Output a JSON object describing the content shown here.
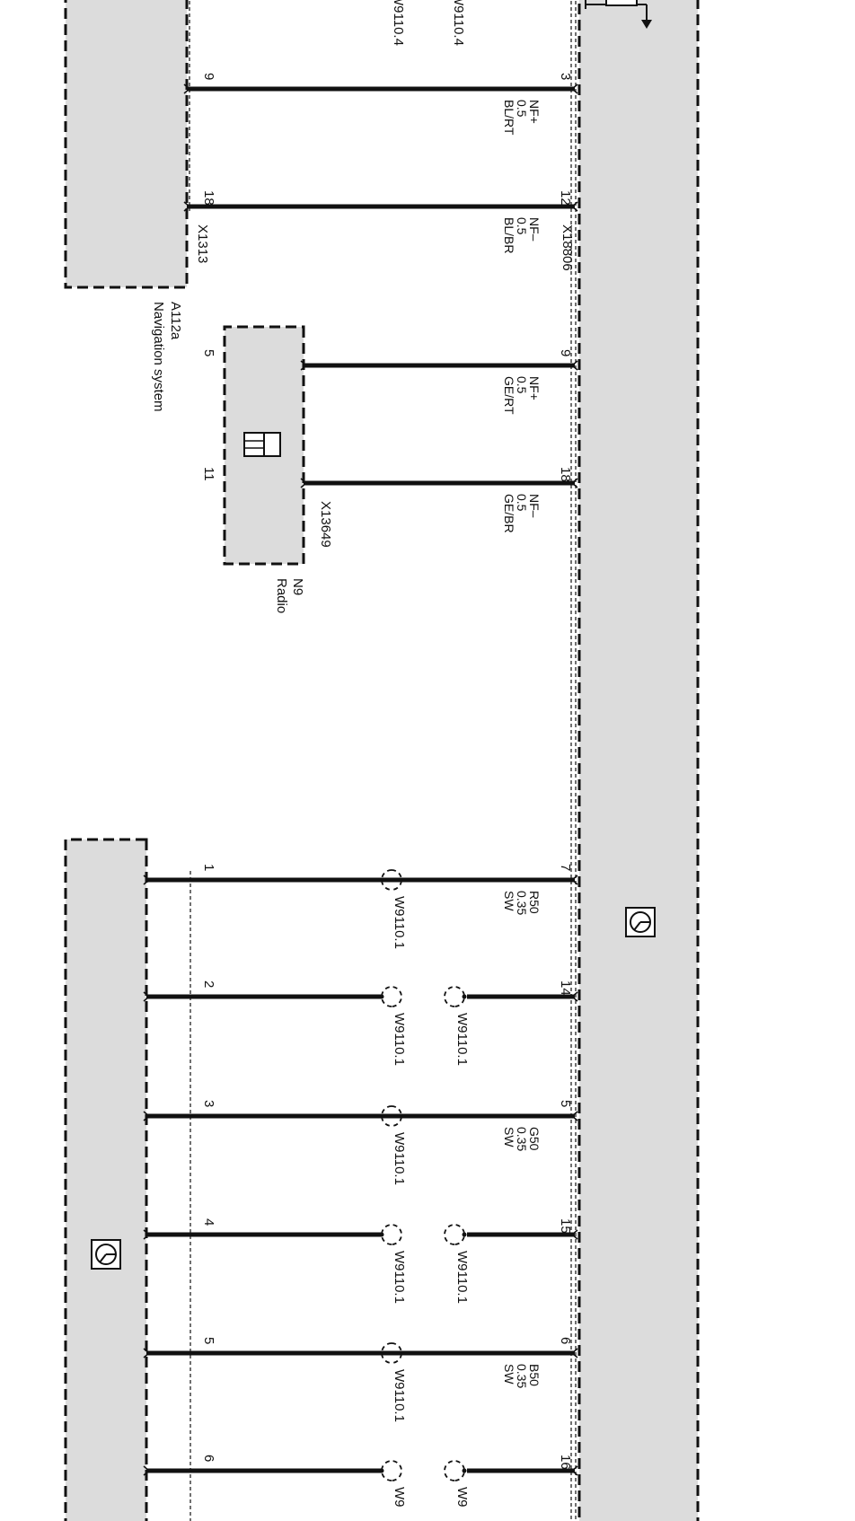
{
  "components": {
    "navigation": {
      "id": "A112a",
      "name": "Navigation system",
      "connector": "X1313"
    },
    "radio": {
      "id": "N9",
      "name": "Radio",
      "connector": "X13649",
      "icon": "speaker-icon"
    },
    "main_unit": {
      "connector": "X18806",
      "icon": "display-module-icon"
    },
    "lower_unit": {
      "icon": "display-module-icon"
    }
  },
  "shield_labels": {
    "top_left": "W9110.4",
    "top_right": "W9110.4",
    "lower_left": [
      "W9110.1",
      "W9110.1",
      "W9110.1",
      "W9110.1",
      "W9110.1",
      "W9"
    ],
    "lower_right": [
      "W9110.1",
      "W9110.1",
      "W9"
    ]
  },
  "wires": [
    {
      "left_pin": "9",
      "right_pin": "3",
      "signal": "NF+",
      "size": "0.5",
      "color": "BL/RT"
    },
    {
      "left_pin": "18",
      "right_pin": "12",
      "signal": "NF–",
      "size": "0.5",
      "color": "BL/BR"
    },
    {
      "left_pin": "5",
      "right_pin": "9",
      "signal": "NF+",
      "size": "0.5",
      "color": "GE/RT"
    },
    {
      "left_pin": "11",
      "right_pin": "18",
      "signal": "NF–",
      "size": "0.5",
      "color": "GE/BR"
    },
    {
      "left_pin": "1",
      "right_pin": "7",
      "signal": "R50",
      "size": "0.35",
      "color": "SW"
    },
    {
      "left_pin": "2",
      "right_pin": "14"
    },
    {
      "left_pin": "3",
      "right_pin": "5",
      "signal": "G50",
      "size": "0.35",
      "color": "SW"
    },
    {
      "left_pin": "4",
      "right_pin": "15"
    },
    {
      "left_pin": "5",
      "right_pin": "6",
      "signal": "B50",
      "size": "0.35",
      "color": "SW"
    },
    {
      "left_pin": "6",
      "right_pin": "16"
    }
  ],
  "colors": {
    "module_fill": "#dcdcdc",
    "line": "#111111"
  }
}
